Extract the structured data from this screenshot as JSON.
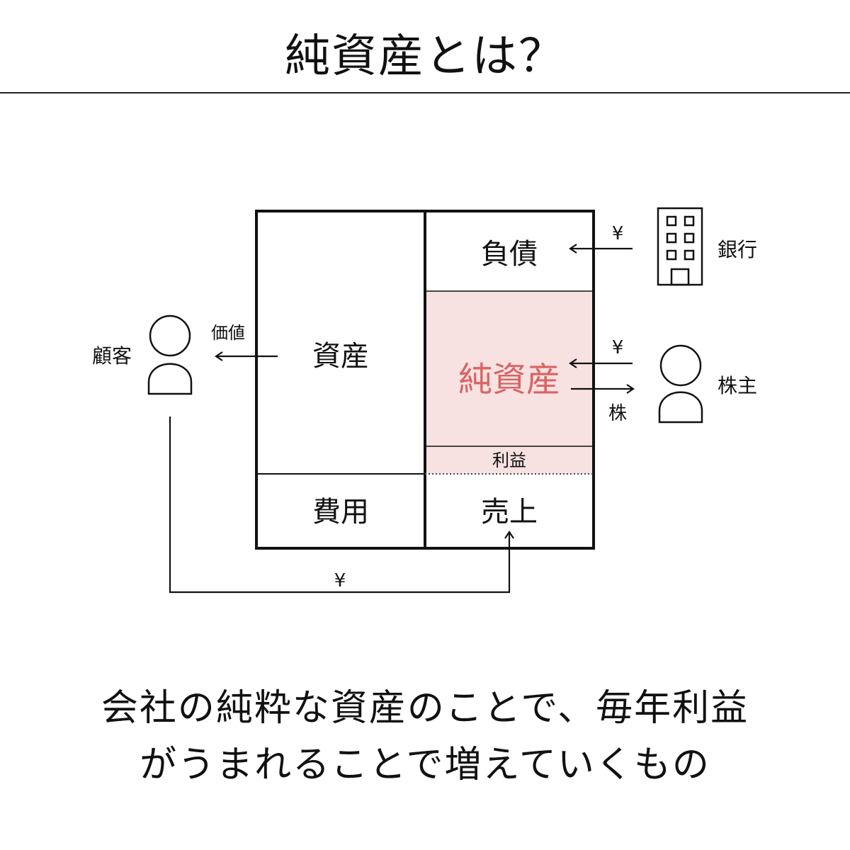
{
  "title": "純資産とは？",
  "diagram": {
    "assets": "資産",
    "expenses": "費用",
    "liabilities": "負債",
    "net_assets": "純資産",
    "profit": "利益",
    "sales": "売上",
    "bank": "銀行",
    "shareholder": "株主",
    "customer": "顧客",
    "value": "価値",
    "yen_bank": "¥",
    "yen_shareholder": "¥",
    "stock": "株",
    "yen_sales": "¥"
  },
  "caption": {
    "line1": "会社の純粋な資産のことで、毎年利益",
    "line2": "がうまれることで増えていくもの"
  },
  "colors": {
    "net_assets_fill": "#f7e1e1",
    "net_assets_text": "#d96363"
  }
}
